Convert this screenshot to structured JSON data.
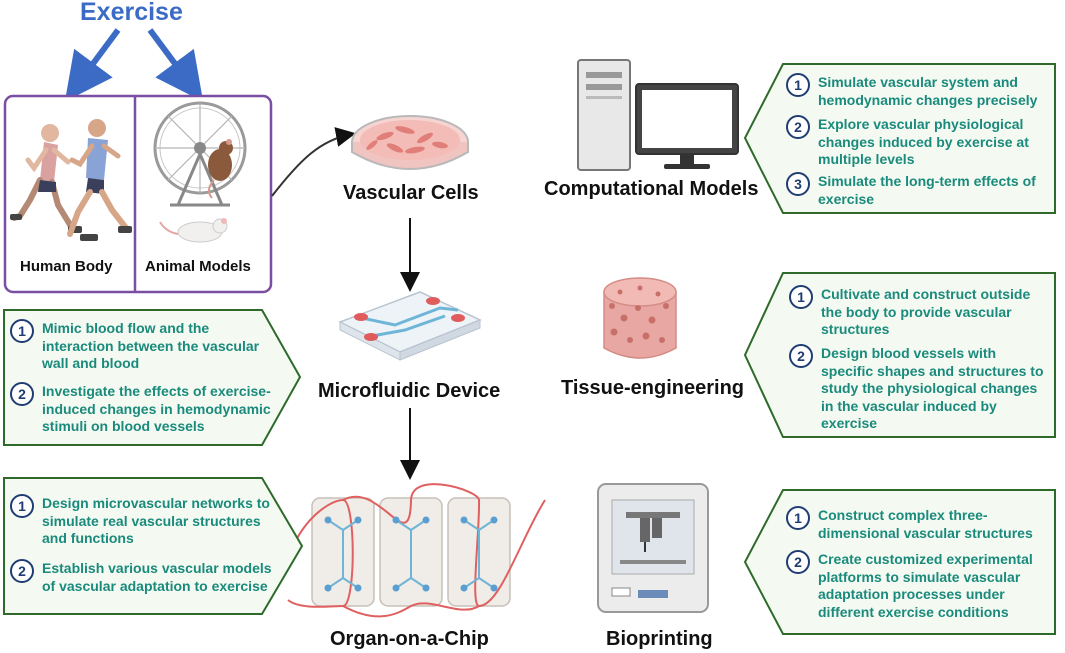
{
  "header": {
    "exercise": "Exercise"
  },
  "left_panel": {
    "human_label": "Human Body",
    "animal_label": "Animal Models"
  },
  "nodes": {
    "vascular_cells": "Vascular Cells",
    "microfluidic": "Microfluidic Device",
    "organ_chip": "Organ-on-a-Chip",
    "computational": "Computational Models",
    "tissue": "Tissue-engineering",
    "bioprinting": "Bioprinting"
  },
  "computational_box": {
    "items": [
      {
        "n": "1",
        "text": "Simulate vascular system and hemodynamic changes precisely"
      },
      {
        "n": "2",
        "text": "Explore vascular physiological changes induced by exercise at multiple levels"
      },
      {
        "n": "3",
        "text": "Simulate the long-term effects of exercise"
      }
    ]
  },
  "microfluidic_box": {
    "items": [
      {
        "n": "1",
        "text": "Mimic blood flow and the interaction between the vascular wall and blood"
      },
      {
        "n": "2",
        "text": "Investigate the effects of exercise-induced changes in hemodynamic stimuli on blood vessels"
      }
    ]
  },
  "tissue_box": {
    "items": [
      {
        "n": "1",
        "text": "Cultivate and construct outside the body to provide vascular structures"
      },
      {
        "n": "2",
        "text": "Design blood vessels with specific shapes and structures to study the physiological changes in the vascular induced by exercise"
      }
    ]
  },
  "organ_box": {
    "items": [
      {
        "n": "1",
        "text": "Design microvascular networks to simulate real vascular structures and functions"
      },
      {
        "n": "2",
        "text": "Establish various vascular models of vascular adaptation to exercise"
      }
    ]
  },
  "bioprint_box": {
    "items": [
      {
        "n": "1",
        "text": "Construct complex three-dimensional vascular structures"
      },
      {
        "n": "2",
        "text": "Create customized experimental platforms to simulate vascular adaptation processes under different exercise conditions"
      }
    ]
  },
  "colors": {
    "box_border": "#2e6b2a",
    "box_fill": "#f4faf1",
    "item_text": "#1a8a7c",
    "number_ring": "#1f3c73",
    "exercise_blue": "#3b6bc4",
    "panel_border": "#7a4fa3"
  }
}
